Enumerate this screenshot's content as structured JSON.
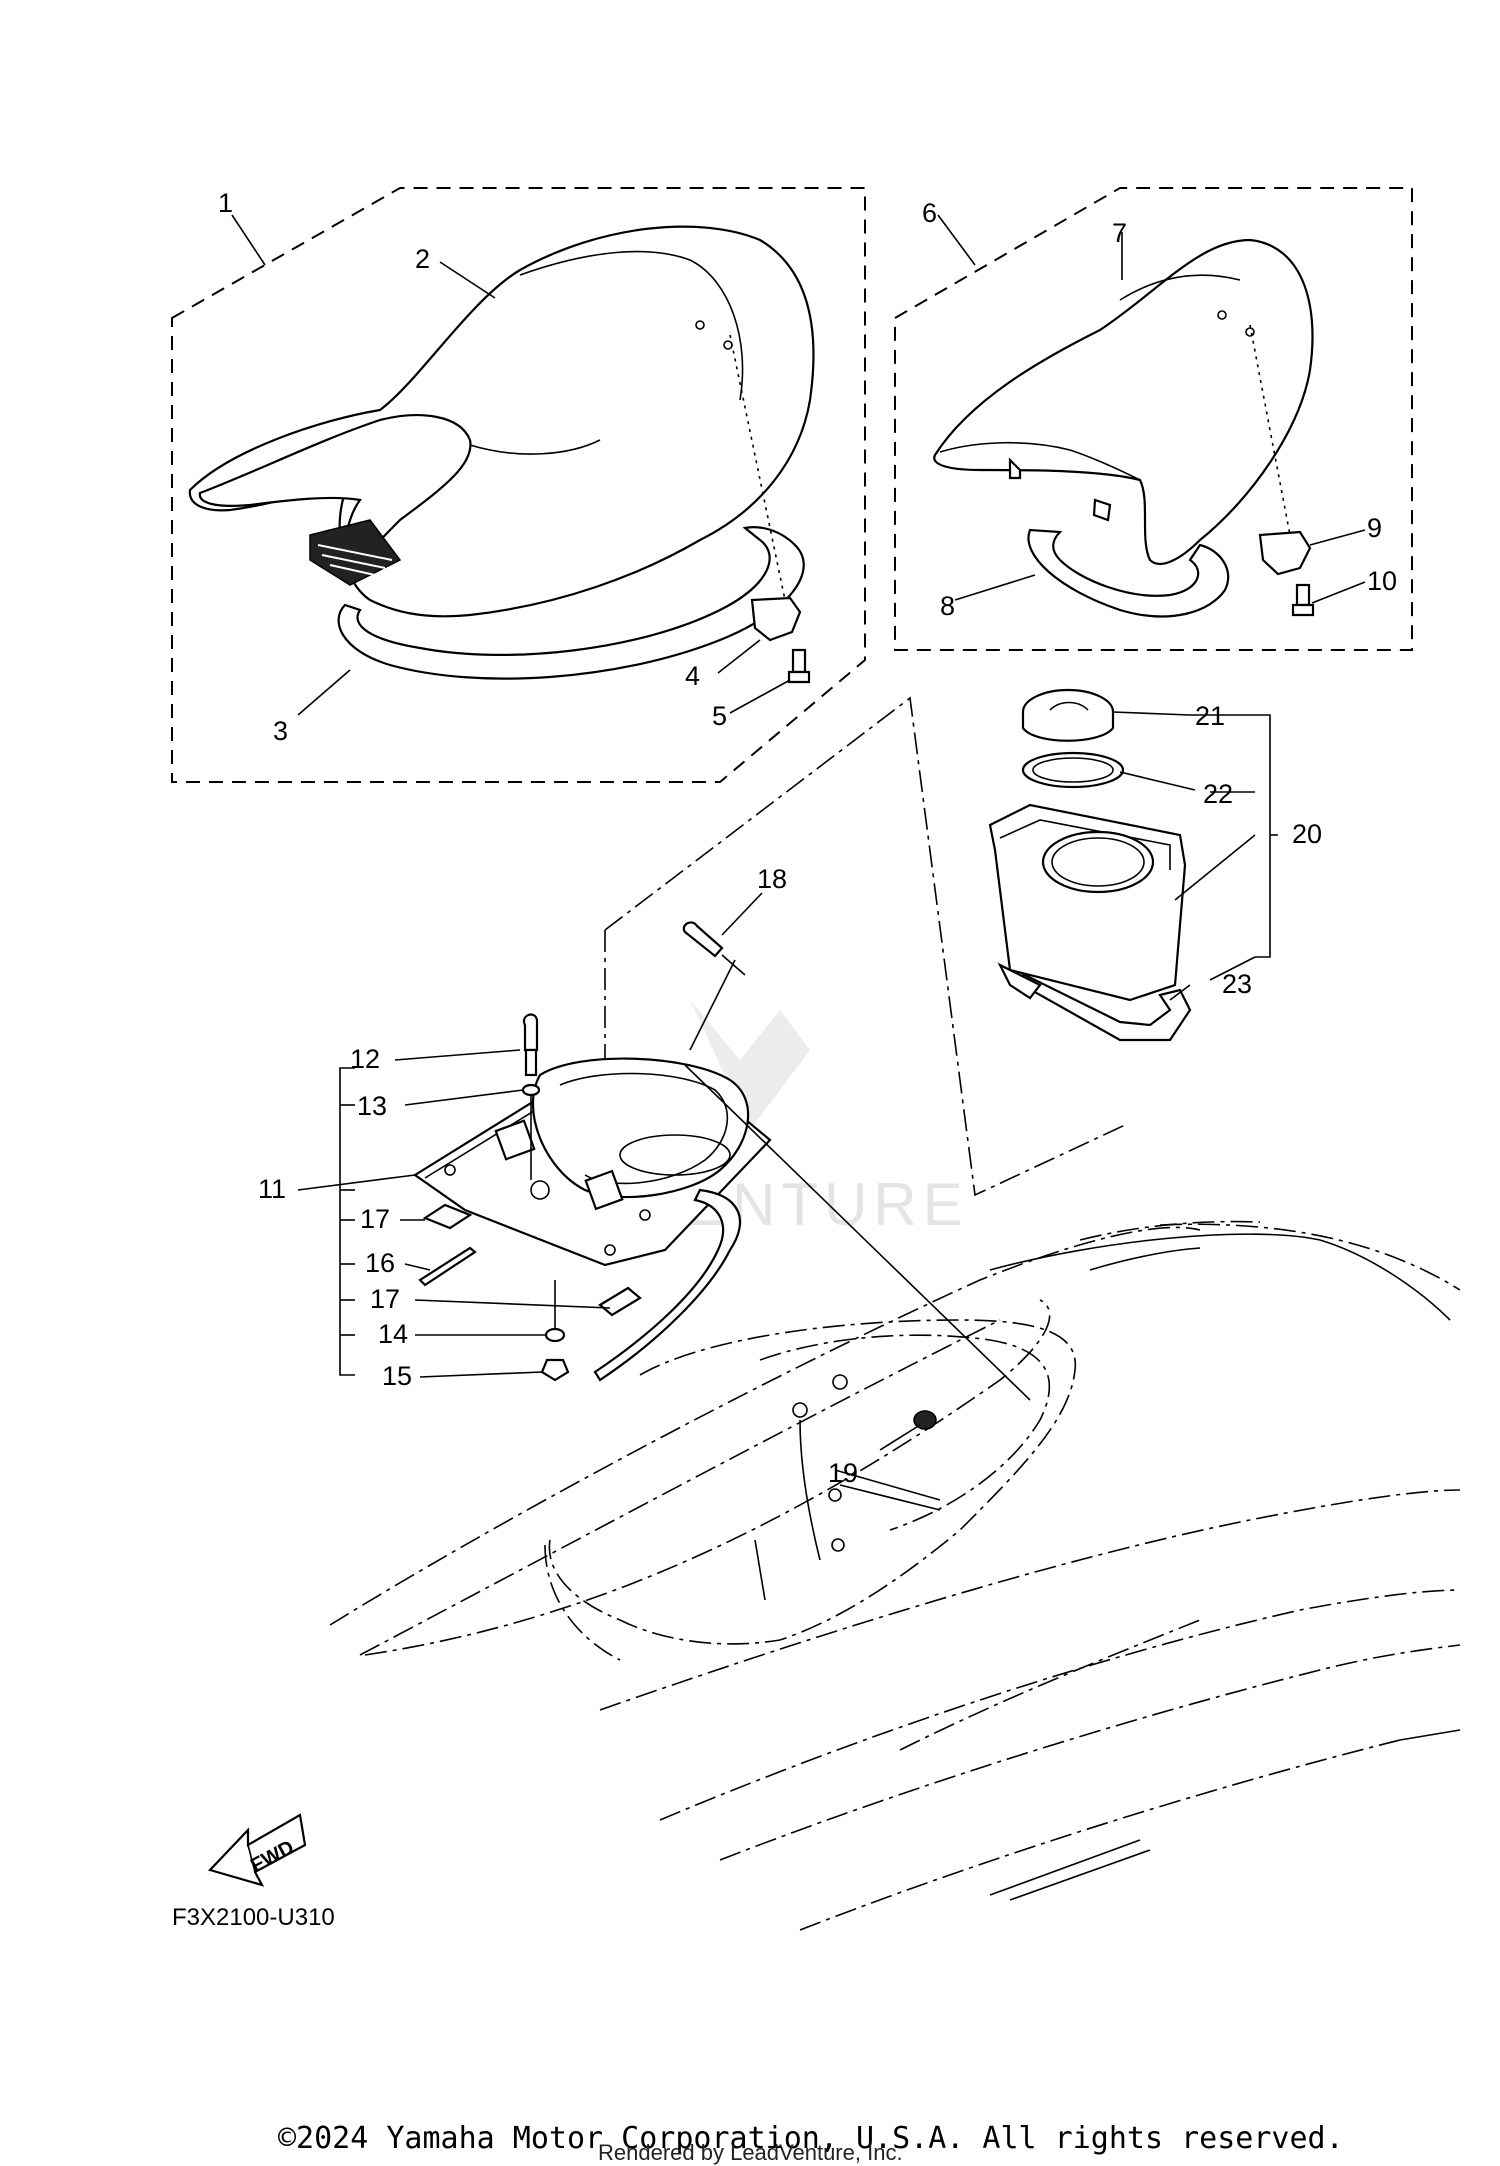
{
  "callouts": [
    {
      "id": "1",
      "label": "1"
    },
    {
      "id": "2",
      "label": "2"
    },
    {
      "id": "3",
      "label": "3"
    },
    {
      "id": "4",
      "label": "4"
    },
    {
      "id": "5",
      "label": "5"
    },
    {
      "id": "6",
      "label": "6"
    },
    {
      "id": "7",
      "label": "7"
    },
    {
      "id": "8",
      "label": "8"
    },
    {
      "id": "9",
      "label": "9"
    },
    {
      "id": "10",
      "label": "10"
    },
    {
      "id": "11",
      "label": "11"
    },
    {
      "id": "12",
      "label": "12"
    },
    {
      "id": "13",
      "label": "13"
    },
    {
      "id": "14",
      "label": "14"
    },
    {
      "id": "15",
      "label": "15"
    },
    {
      "id": "16",
      "label": "16"
    },
    {
      "id": "17a",
      "label": "17"
    },
    {
      "id": "17b",
      "label": "17"
    },
    {
      "id": "18",
      "label": "18"
    },
    {
      "id": "19",
      "label": "19"
    },
    {
      "id": "20",
      "label": "20"
    },
    {
      "id": "21",
      "label": "21"
    },
    {
      "id": "22",
      "label": "22"
    },
    {
      "id": "23",
      "label": "23"
    }
  ],
  "fwd_label": "FWD",
  "diagram_code": "F3X2100-U310",
  "copyright": "©2024 Yamaha Motor Corporation, U.S.A. All rights reserved.",
  "rendered_by": "Rendered by LeadVenture, Inc.",
  "watermark": "VENTURE"
}
